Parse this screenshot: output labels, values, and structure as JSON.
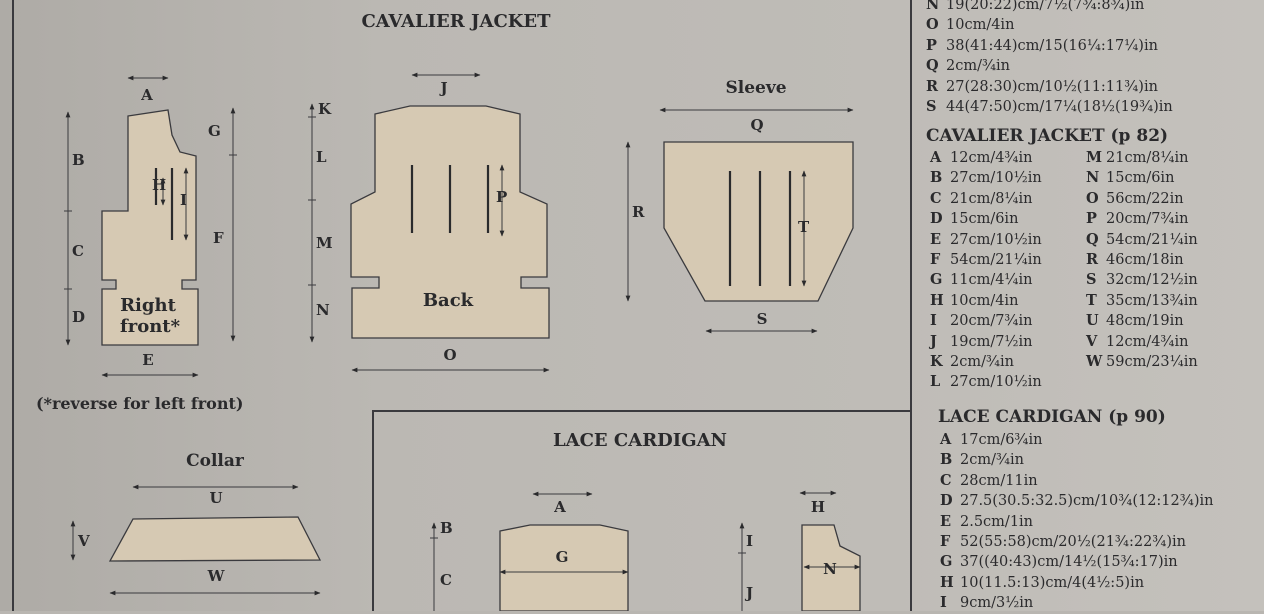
{
  "diagram_labels": {
    "title_cavalier": "CAVALIER JACKET",
    "title_lace": "LACE CARDIGAN",
    "sleeve": "Sleeve",
    "collar": "Collar",
    "back": "Back",
    "right_front_1": "Right",
    "right_front_2": "front*",
    "reverse_note": "(*reverse for left front)",
    "A": "A",
    "B": "B",
    "C": "C",
    "D": "D",
    "E": "E",
    "F": "F",
    "G": "G",
    "H": "H",
    "I": "I",
    "J": "J",
    "K": "K",
    "L": "L",
    "M": "M",
    "N": "N",
    "O": "O",
    "P": "P",
    "Q": "Q",
    "R": "R",
    "S": "S",
    "T": "T",
    "U": "U",
    "V": "V",
    "W": "W"
  },
  "top_list": [
    {
      "key": "N",
      "value": "19(20:22)cm/7½(7¾:8¾)in"
    },
    {
      "key": "O",
      "value": "10cm/4in"
    },
    {
      "key": "P",
      "value": "38(41:44)cm/15(16¼:17¼)in"
    },
    {
      "key": "Q",
      "value": "2cm/¾in"
    },
    {
      "key": "R",
      "value": "27(28:30)cm/10½(11:11¾)in"
    },
    {
      "key": "S",
      "value": "44(47:50)cm/17¼(18½(19¾)in"
    }
  ],
  "cavalier_heading": "CAVALIER JACKET (p 82)",
  "cavalier_left": [
    {
      "key": "A",
      "value": "12cm/4¾in"
    },
    {
      "key": "B",
      "value": "27cm/10½in"
    },
    {
      "key": "C",
      "value": "21cm/8¼in"
    },
    {
      "key": "D",
      "value": "15cm/6in"
    },
    {
      "key": "E",
      "value": "27cm/10½in"
    },
    {
      "key": "F",
      "value": "54cm/21¼in"
    },
    {
      "key": "G",
      "value": "11cm/4¼in"
    },
    {
      "key": "H",
      "value": "10cm/4in"
    },
    {
      "key": "I",
      "value": "20cm/7¾in"
    },
    {
      "key": "J",
      "value": "19cm/7½in"
    },
    {
      "key": "K",
      "value": "2cm/¾in"
    },
    {
      "key": "L",
      "value": "27cm/10½in"
    }
  ],
  "cavalier_right": [
    {
      "key": "M",
      "value": "21cm/8¼in"
    },
    {
      "key": "N",
      "value": "15cm/6in"
    },
    {
      "key": "O",
      "value": "56cm/22in"
    },
    {
      "key": "P",
      "value": "20cm/7¾in"
    },
    {
      "key": "Q",
      "value": "54cm/21¼in"
    },
    {
      "key": "R",
      "value": "46cm/18in"
    },
    {
      "key": "S",
      "value": "32cm/12½in"
    },
    {
      "key": "T",
      "value": "35cm/13¾in"
    },
    {
      "key": "U",
      "value": "48cm/19in"
    },
    {
      "key": "V",
      "value": "12cm/4¾in"
    },
    {
      "key": "W",
      "value": "59cm/23¼in"
    }
  ],
  "lace_heading": "LACE CARDIGAN (p 90)",
  "lace_list": [
    {
      "key": "A",
      "value": "17cm/6¾in"
    },
    {
      "key": "B",
      "value": "2cm/¾in"
    },
    {
      "key": "C",
      "value": "28cm/11in"
    },
    {
      "key": "D",
      "value": "27.5(30.5:32.5)cm/10¾(12:12¾)in"
    },
    {
      "key": "E",
      "value": "2.5cm/1in"
    },
    {
      "key": "F",
      "value": "52(55:58)cm/20½(21¾:22¾)in"
    },
    {
      "key": "G",
      "value": "37((40:43)cm/14½(15¾:17)in"
    },
    {
      "key": "H",
      "value": "10(11.5:13)cm/4(4½:5)in"
    },
    {
      "key": "I",
      "value": "9cm/3½in"
    }
  ]
}
